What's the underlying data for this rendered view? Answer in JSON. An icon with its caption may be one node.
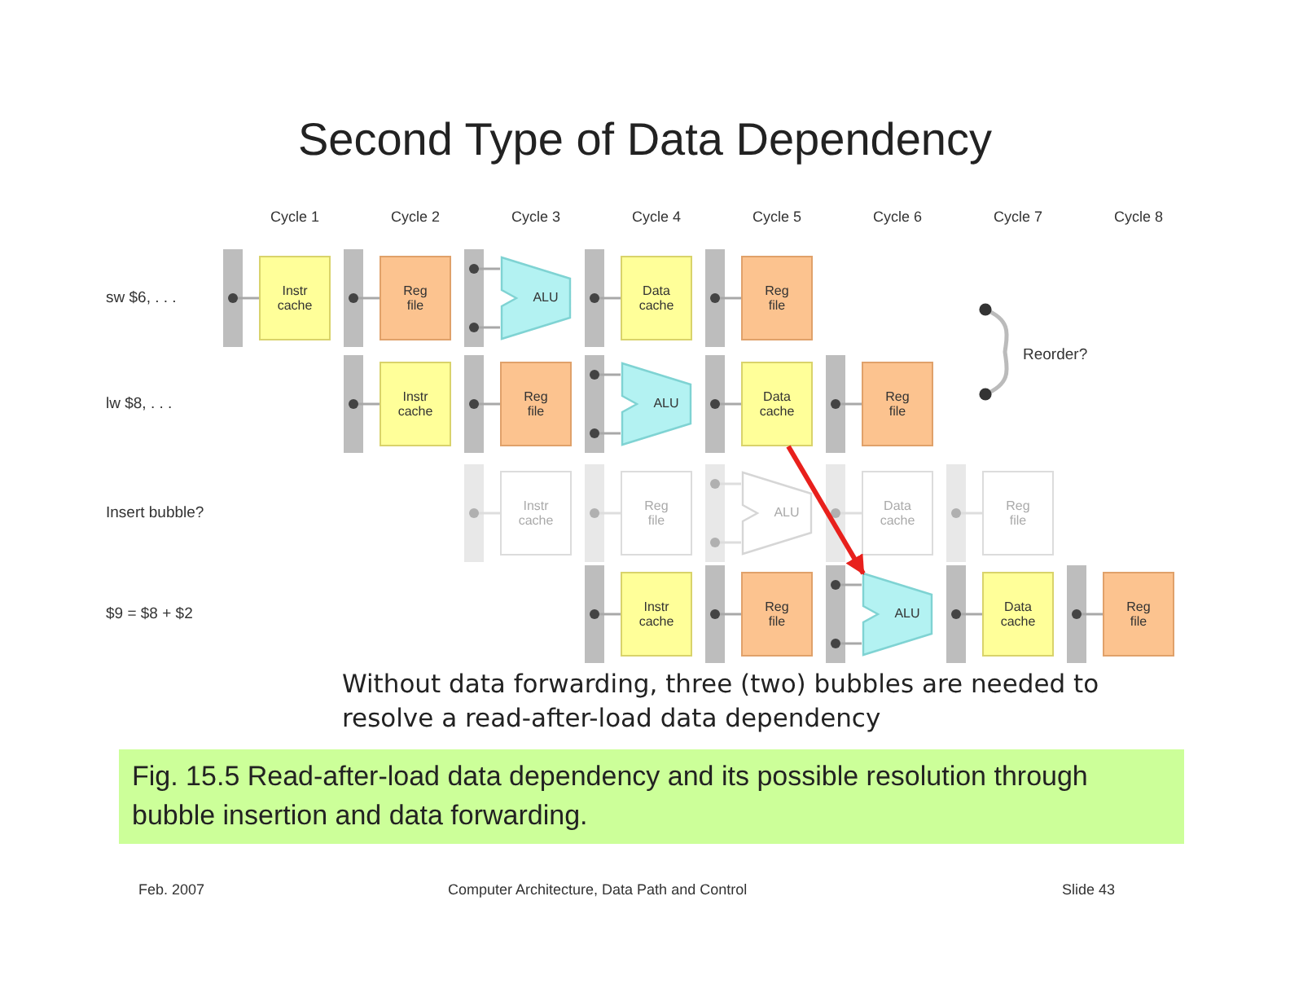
{
  "diagram": {
    "title": "Second Type of Data Dependency",
    "caption": "Fig. 15.5 Read-after-load data dependency and its possible resolution through bubble insertion and data forwarding.",
    "nodes": [
      {
        "text": [
          "Instr cache"
        ]
      },
      {
        "text": [
          "Reg file"
        ]
      },
      {
        "text": [
          "ALU"
        ]
      },
      {
        "text": [
          "Data cache"
        ]
      },
      {
        "text": [
          "Reg file"
        ]
      },
      {
        "text": [
          "Instr cache"
        ]
      },
      {
        "text": [
          "Reg file"
        ]
      },
      {
        "text": [
          "ALU"
        ]
      },
      {
        "text": [
          "Data cache"
        ]
      },
      {
        "text": [
          "Reg file"
        ]
      },
      {
        "text": [
          "Instr cache"
        ]
      },
      {
        "text": [
          "Reg file"
        ]
      },
      {
        "text": [
          "ALU"
        ]
      },
      {
        "text": [
          "Data cache"
        ]
      },
      {
        "text": [
          "Reg file"
        ]
      },
      {
        "text": [
          "Instr cache"
        ]
      },
      {
        "text": [
          "Reg file"
        ]
      },
      {
        "text": [
          "ALU"
        ]
      },
      {
        "text": [
          "Data cache"
        ]
      },
      {
        "text": [
          "Reg file"
        ]
      }
    ],
    "edges": [
      {
        "from": 8,
        "to": 17,
        "arrow": "to",
        "color": "#e8201c"
      }
    ],
    "labels": [
      "Cycle 1",
      "Cycle 2",
      "Cycle 3",
      "Cycle 4",
      "Cycle 5",
      "Cycle 6",
      "Cycle 7",
      "Cycle 8",
      "sw $6, . . .",
      "Reorder?",
      "lw $8, . . .",
      "Insert bubble?",
      "$9 = $8 + $2",
      "Without data forwarding, three (two) bubbles are needed to resolve a read-after-load data dependency",
      "Feb. 2007",
      "Computer Architecture, Data Path and Control",
      "Slide 43"
    ]
  }
}
